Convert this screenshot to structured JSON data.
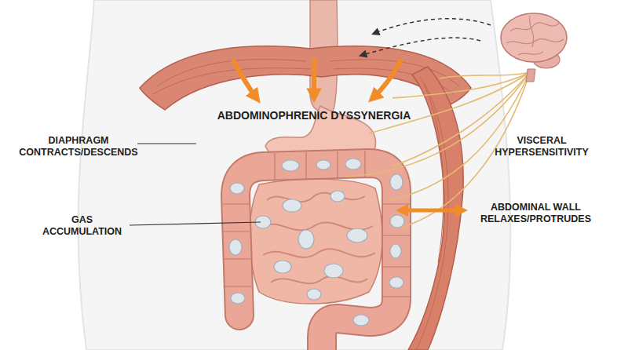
{
  "diagram": {
    "labels": [
      "DIAPHRAGM CONTRACTS/DESCENDS",
      "ABDOMINOPHRENIC DYSSYNERGIA",
      "VISCERAL HYPERSENSITIVITY",
      "GAS ACCUMULATION",
      "ABDOMINAL WALL RELAXES/PROTRUDES"
    ]
  }
}
